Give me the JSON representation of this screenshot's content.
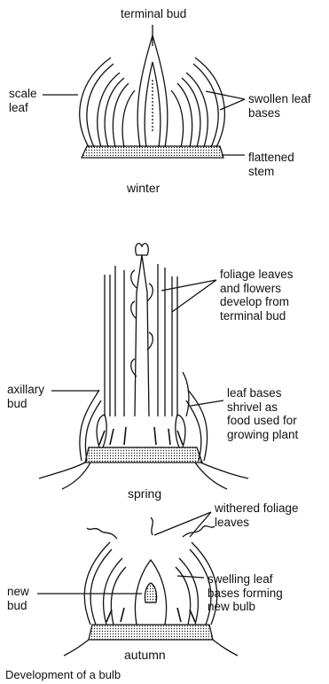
{
  "winter": {
    "season": "winter",
    "labels": {
      "terminal_bud": "terminal bud",
      "scale_leaf": "scale\nleaf",
      "swollen_leaf_bases": "swollen leaf\nbases",
      "flattened_stem": "flattened\nstem"
    }
  },
  "spring": {
    "season": "spring",
    "labels": {
      "foliage_leaves": "foliage leaves\nand flowers\ndevelop from\nterminal bud",
      "axillary_bud": "axillary\nbud",
      "leaf_bases_shrivel": "leaf bases\nshrivel as\nfood used for\ngrowing plant"
    }
  },
  "autumn": {
    "season": "autumn",
    "labels": {
      "withered_foliage": "withered foliage\nleaves",
      "swelling_leaf_bases": "swelling leaf\nbases forming\nnew bulb",
      "new_bud": "new\nbud"
    }
  },
  "caption": "Development of a bulb"
}
